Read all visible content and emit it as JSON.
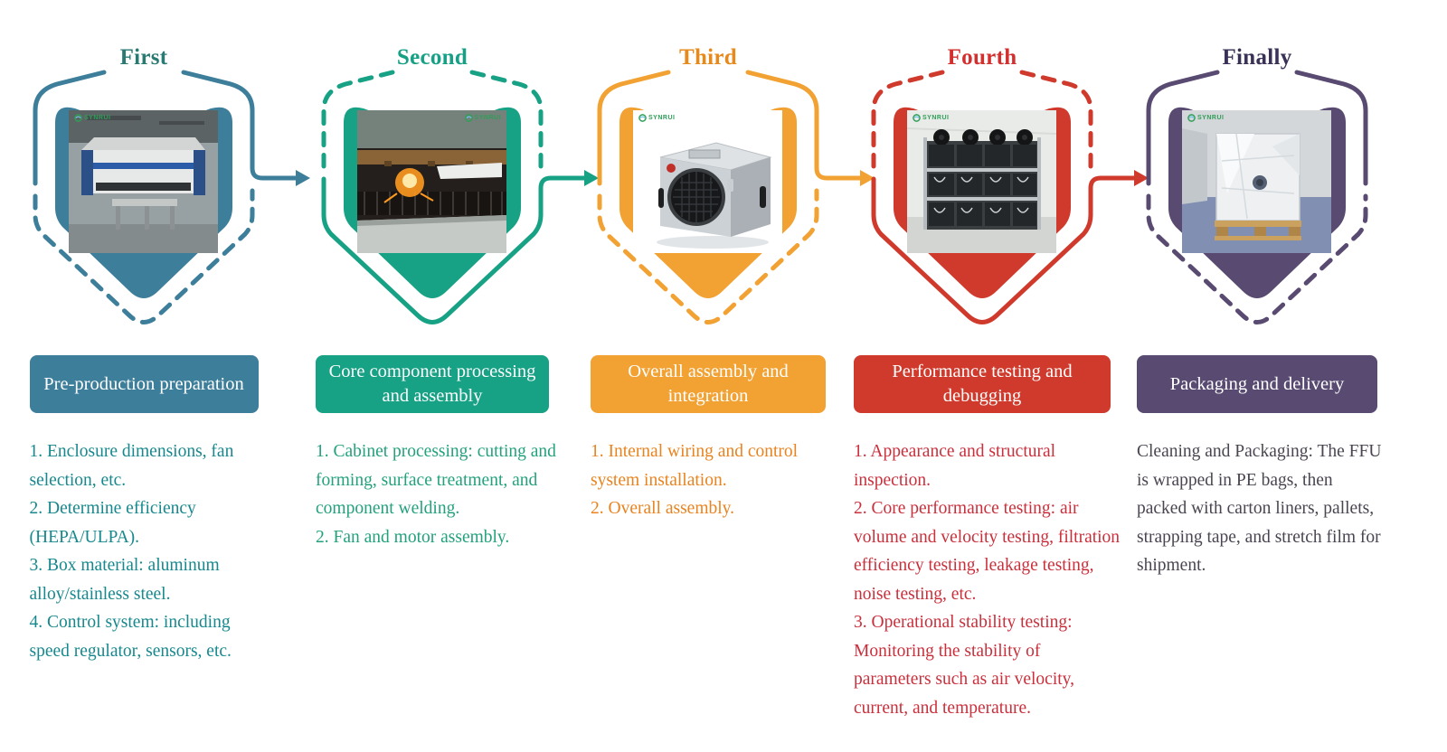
{
  "page": {
    "background": "#ffffff"
  },
  "logo_text": "SYNRUI",
  "stages": [
    {
      "title": "First",
      "title_color": "#2a7a74",
      "color": "#3d7e9a",
      "text_color": "#17888d",
      "label": "Pre-production preparation",
      "photo": "press-brake-machine",
      "items": [
        "1. Enclosure dimensions, fan selection, etc.",
        "2. Determine efficiency (HEPA/ULPA).",
        "3. Box material: aluminum alloy/stainless steel.",
        "4. Control system: including speed regulator, sensors, etc."
      ]
    },
    {
      "title": "Second",
      "title_color": "#16a085",
      "color": "#17a185",
      "text_color": "#23a17d",
      "label": "Core component processing and assembly",
      "photo": "laser-cutting",
      "items": [
        "1. Cabinet processing: cutting and forming, surface treatment, and component welding.",
        "2. Fan and motor assembly."
      ]
    },
    {
      "title": "Third",
      "title_color": "#e8891b",
      "color": "#f2a133",
      "text_color": "#e8831f",
      "label": "Overall assembly and integration",
      "photo": "ffu-unit",
      "items": [
        "1. Internal wiring and control system installation.",
        "2. Overall assembly."
      ]
    },
    {
      "title": "Fourth",
      "title_color": "#d42f2f",
      "color": "#cf3a2c",
      "text_color": "#c9303c",
      "label": "Performance testing and debugging",
      "photo": "testing-rack",
      "items": [
        "1. Appearance and structural inspection.",
        "2. Core performance testing: air volume and velocity testing, filtration efficiency testing, leakage testing, noise testing, etc.",
        "3. Operational stability testing: Monitoring the stability of parameters such as air velocity, current, and temperature."
      ]
    },
    {
      "title": "Finally",
      "title_color": "#3a3156",
      "color": "#584a70",
      "text_color": "#4a4550",
      "label": "Packaging and delivery",
      "photo": "wrapped-pallet",
      "items": [
        "Cleaning and Packaging: The FFU is wrapped in PE bags, then packed with carton liners, pallets, strapping tape, and stretch film for shipment."
      ]
    }
  ]
}
